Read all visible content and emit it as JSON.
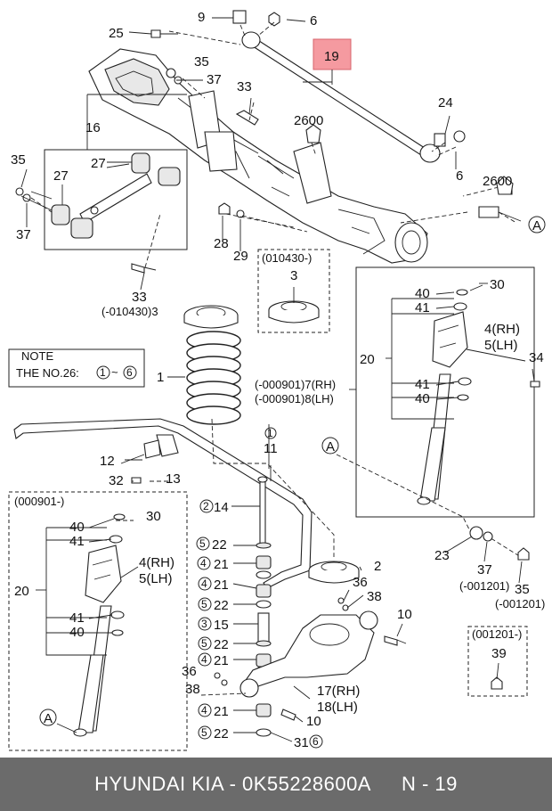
{
  "callouts": {
    "c25": "25",
    "c9": "9",
    "c6a": "6",
    "c19": "19",
    "c35a": "35",
    "c37a": "37",
    "c33a": "33",
    "c2600a": "2600",
    "c24": "24",
    "c6b": "6",
    "c16": "16",
    "c27a": "27",
    "c35b": "35",
    "c27b": "27",
    "c37b": "37",
    "c2600b": "2600",
    "cA1": "A",
    "c28": "28",
    "c29": "29",
    "c010430box": "(010430-)",
    "c3box": "3",
    "c33b": "33",
    "c010430b": "(-010430)3",
    "c40a": "40",
    "c30a": "30",
    "c41a": "41",
    "c4a": "4(RH)",
    "c5a": "5(LH)",
    "c20a": "20",
    "c34": "34",
    "c41b": "41",
    "c40b": "40",
    "c1": "1",
    "c7": "(-000901)7(RH)",
    "c8": "(-000901)8(LH)",
    "cA2": "A",
    "c11": "11",
    "c12": "12",
    "c13": "13",
    "c32": "32",
    "c000901": "(000901-)",
    "c40c": "40",
    "c30b": "30",
    "c41c": "41",
    "c4b": "4(RH)",
    "c5b": "5(LH)",
    "c20b": "20",
    "c41d": "41",
    "c40d": "40",
    "cA3": "A",
    "c2_14": "2",
    "c14": "14",
    "c5_22a": "5",
    "c22a": "22",
    "c4_21a": "4",
    "c21a": "21",
    "c4_21b": "4",
    "c21b": "21",
    "c5_22b": "5",
    "c22b": "22",
    "c3_15": "3",
    "c15": "15",
    "c5_22c": "5",
    "c22c": "22",
    "c4_21c": "4",
    "c21c": "21",
    "c36a": "36",
    "c38a": "38",
    "c4_21d": "4",
    "c21d": "21",
    "c5_22d": "5",
    "c22d": "22",
    "c2": "2",
    "c36b": "36",
    "c38b": "38",
    "c10a": "10",
    "c17": "17(RH)",
    "c18": "18(LH)",
    "c10b": "10",
    "c31": "31",
    "c6_31": "6",
    "c23": "23",
    "c37c": "37",
    "c001201a": "(-001201)",
    "c35c": "35",
    "c001201b": "(-001201)",
    "c001201box": "(001201-)",
    "c39": "39"
  },
  "note": {
    "title": "NOTE",
    "text": "THE NO.26:",
    "from": "1",
    "tilde": "~",
    "to": "6"
  },
  "footer": {
    "brand": "HYUNDAI  KIA - 0K55228600A",
    "page": "N - 19"
  },
  "colors": {
    "highlight": "#f59aa0",
    "footer_bg": "#6b6b6b"
  }
}
